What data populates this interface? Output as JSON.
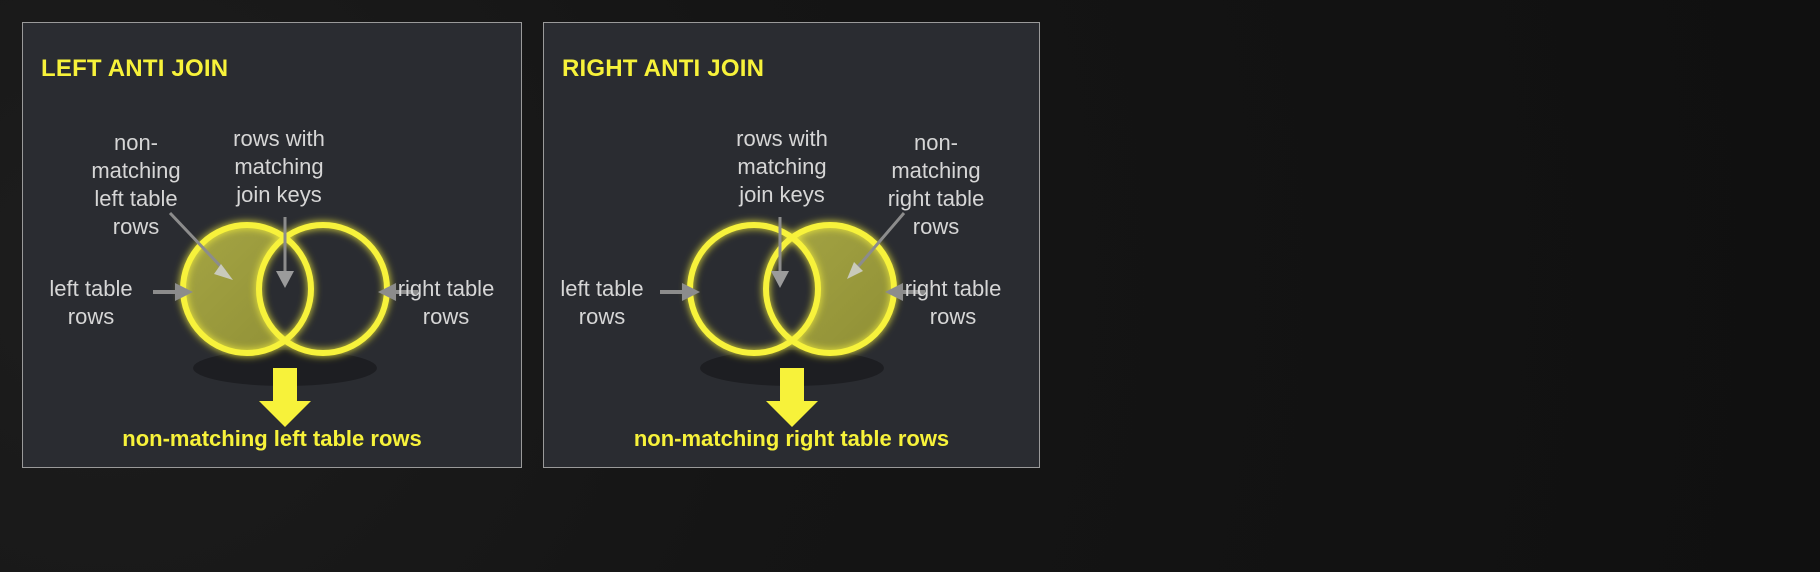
{
  "background": {
    "page_color": "#141414",
    "panel_color": "#2a2c31",
    "panel_border_color": "#9a9a9a"
  },
  "colors": {
    "accent_yellow": "#f7f23a",
    "fill_olive": "#9d9d3d",
    "annotation_text": "#d6d6d6",
    "arrow_gray": "#8c8c8c"
  },
  "panels": [
    {
      "id": "left-anti-join",
      "title": "LEFT ANTI JOIN",
      "annotations": {
        "top_left": "non-\nmatching\nleft table\nrows",
        "top_right": "rows with\nmatching\njoin keys",
        "side_left": "left table\nrows",
        "side_right": "right table\nrows"
      },
      "caption": "non-matching left table rows",
      "highlighted_region": "left-only"
    },
    {
      "id": "right-anti-join",
      "title": "RIGHT ANTI JOIN",
      "annotations": {
        "top_left": "rows with\nmatching\njoin keys",
        "top_right": "non-\nmatching\nright table\nrows",
        "side_left": "left table\nrows",
        "side_right": "right table\nrows"
      },
      "caption": "non-matching right table rows",
      "highlighted_region": "right-only"
    }
  ]
}
